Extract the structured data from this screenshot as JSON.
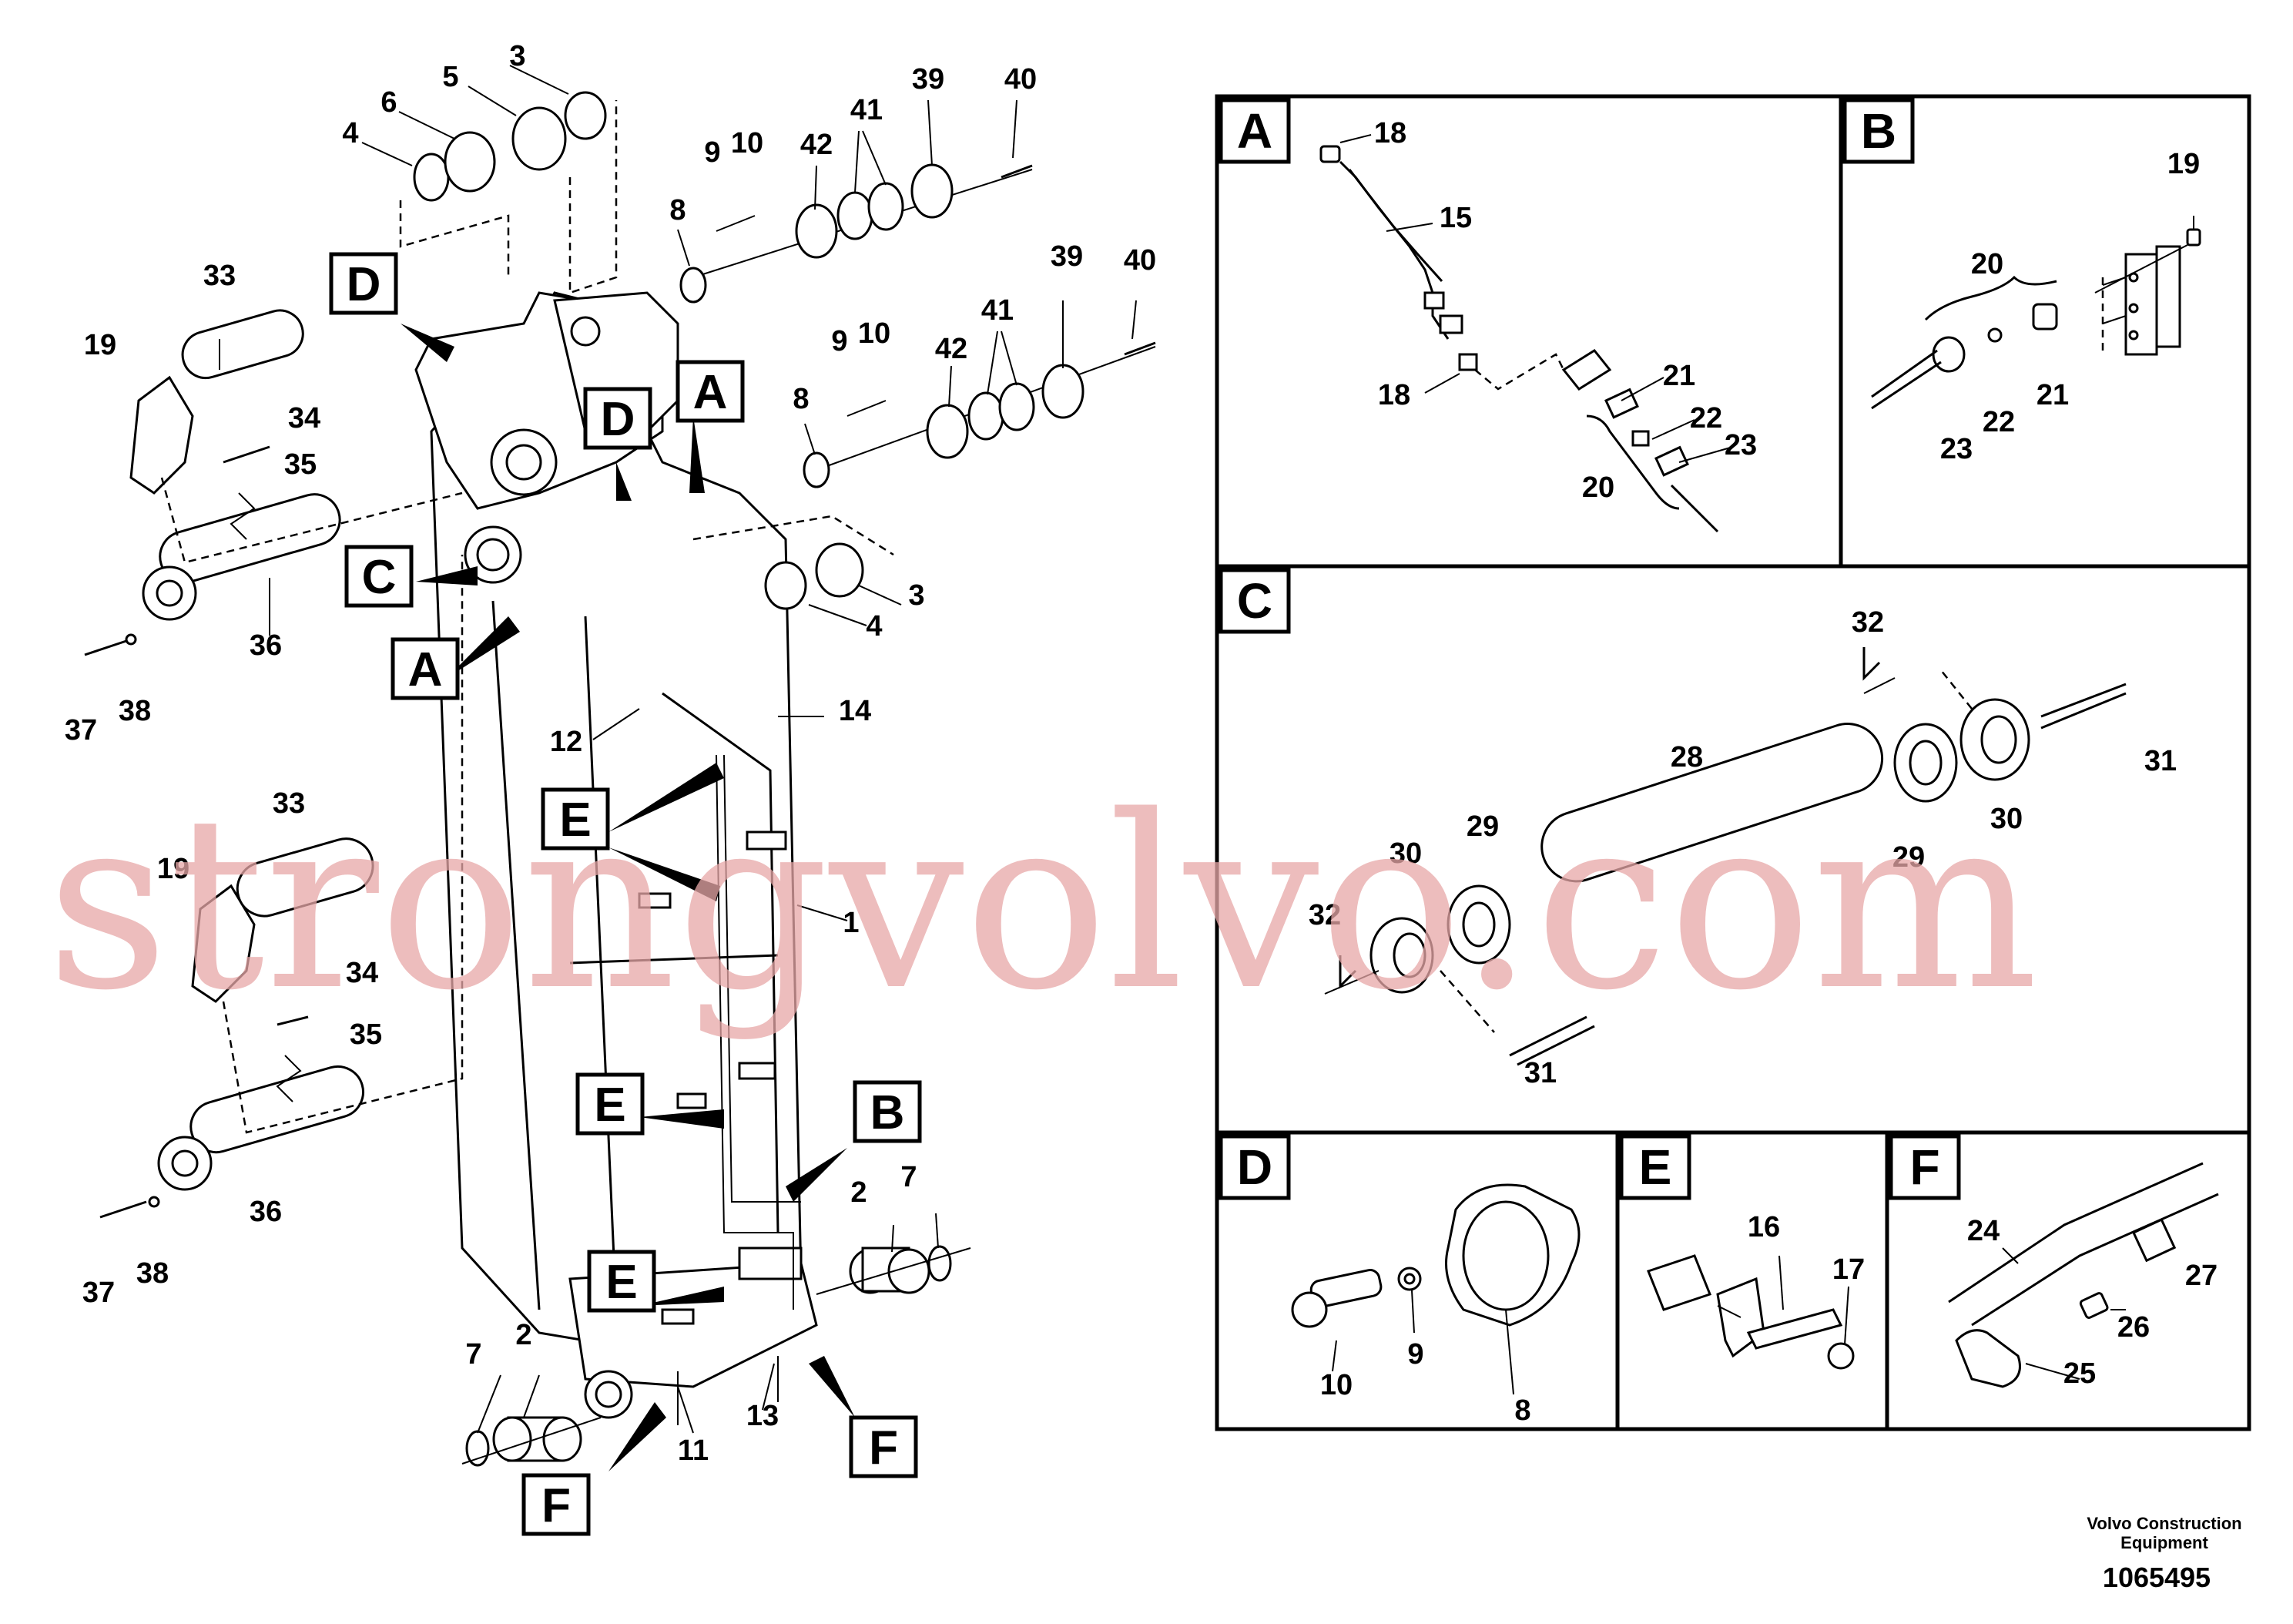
{
  "watermark": "strongvolvo.com",
  "footer": {
    "company_line1": "Volvo Construction",
    "company_line2": "Equipment",
    "drawing_number": "1065495"
  },
  "main_view": {
    "section_markers": [
      "D",
      "D",
      "A",
      "C",
      "A",
      "E",
      "E",
      "B",
      "E",
      "F",
      "F"
    ],
    "callouts": [
      "3",
      "5",
      "6",
      "4",
      "9",
      "10",
      "42",
      "41",
      "39",
      "40",
      "8",
      "33",
      "19",
      "34",
      "35",
      "36",
      "37",
      "38",
      "9",
      "10",
      "42",
      "41",
      "39",
      "40",
      "8",
      "3",
      "4",
      "12",
      "14",
      "1",
      "33",
      "19",
      "34",
      "35",
      "36",
      "37",
      "38",
      "2",
      "7",
      "7",
      "2",
      "11",
      "13"
    ]
  },
  "panels": {
    "A": {
      "letter": "A",
      "callouts": [
        "18",
        "15",
        "18",
        "21",
        "22",
        "23",
        "20"
      ]
    },
    "B": {
      "letter": "B",
      "callouts": [
        "19",
        "20",
        "23",
        "22",
        "21"
      ]
    },
    "C": {
      "letter": "C",
      "callouts": [
        "32",
        "28",
        "31",
        "30",
        "29",
        "29",
        "30",
        "32",
        "31"
      ]
    },
    "D": {
      "letter": "D",
      "callouts": [
        "10",
        "9",
        "8"
      ]
    },
    "E": {
      "letter": "E",
      "callouts": [
        "16",
        "17"
      ]
    },
    "F": {
      "letter": "F",
      "callouts": [
        "24",
        "27",
        "26",
        "25"
      ]
    }
  }
}
